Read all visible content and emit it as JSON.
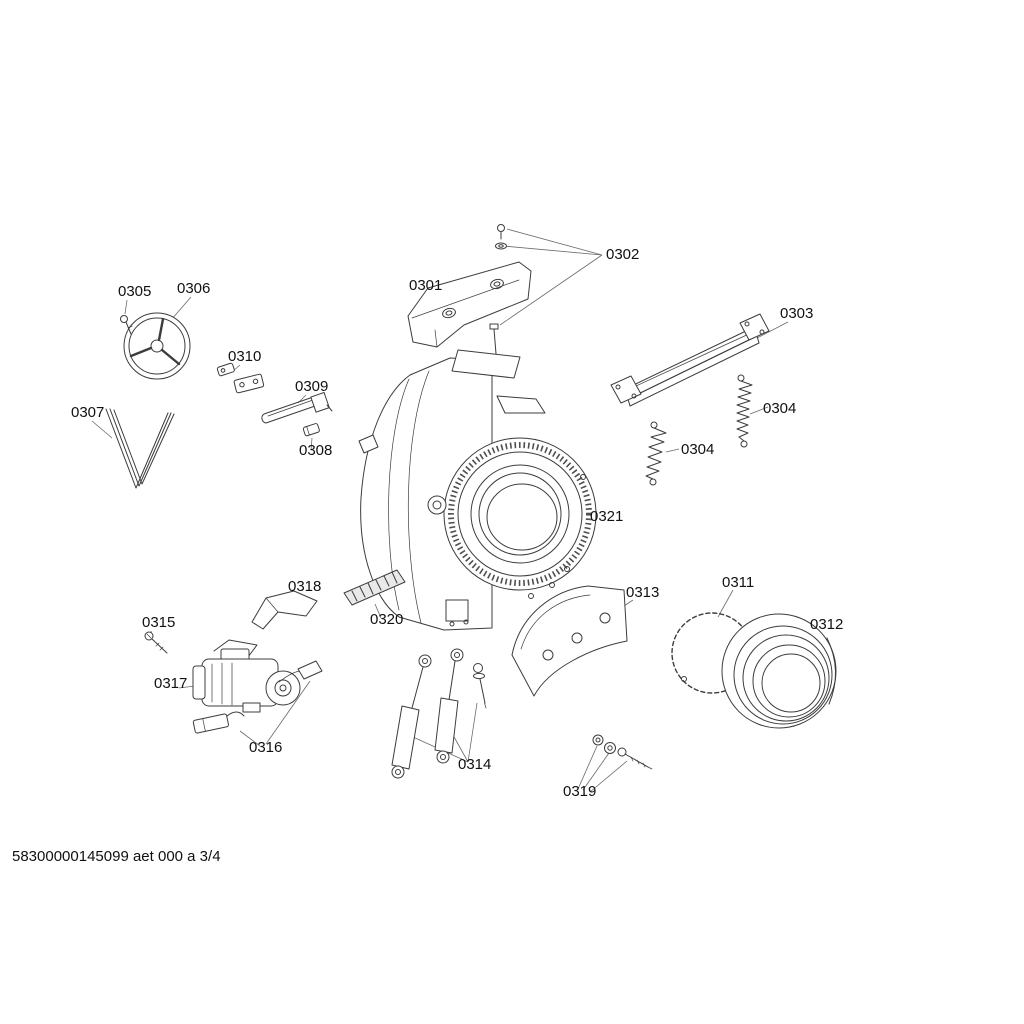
{
  "document": {
    "footer": "58300000145099 aet 000 a 3/4"
  },
  "labels": [
    {
      "name": "counterweight-top",
      "text": "0301"
    },
    {
      "name": "fastener-set",
      "text": "0302"
    },
    {
      "name": "transport-brace",
      "text": "0303"
    },
    {
      "name": "suspension-spring-right",
      "text": "0304"
    },
    {
      "name": "suspension-spring-left",
      "text": "0304"
    },
    {
      "name": "pulley-screw",
      "text": "0305"
    },
    {
      "name": "drive-pulley",
      "text": "0306"
    },
    {
      "name": "drive-belt",
      "text": "0307"
    },
    {
      "name": "sensor-plug",
      "text": "0308"
    },
    {
      "name": "heating-element",
      "text": "0309"
    },
    {
      "name": "clamp-set",
      "text": "0310"
    },
    {
      "name": "gasket-clamp-ring",
      "text": "0311"
    },
    {
      "name": "door-gasket",
      "text": "0312"
    },
    {
      "name": "counterweight-bottom",
      "text": "0313"
    },
    {
      "name": "shock-absorbers",
      "text": "0314"
    },
    {
      "name": "motor-screw",
      "text": "0315"
    },
    {
      "name": "carbon-brush",
      "text": "0316"
    },
    {
      "name": "drive-motor",
      "text": "0317"
    },
    {
      "name": "cover-plate",
      "text": "0318"
    },
    {
      "name": "screw-washer-set",
      "text": "0319"
    },
    {
      "name": "ribbed-strip",
      "text": "0320"
    },
    {
      "name": "tub-assembly",
      "text": "0321"
    }
  ]
}
